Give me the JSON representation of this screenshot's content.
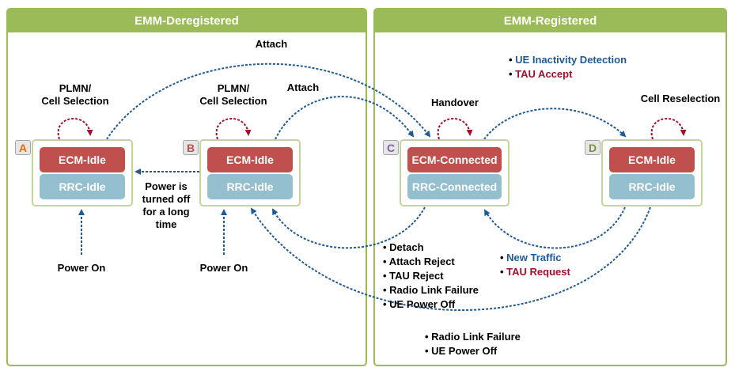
{
  "colors": {
    "panel_green": "#9bbb59",
    "state_border": "#c3d69b",
    "ecm_red": "#c0504d",
    "rrc_blue": "#93bfcf",
    "arrow_blue": "#1f5a94",
    "loop_red": "#a0112d",
    "tag_A": "#e46c0a",
    "tag_B": "#c0504d",
    "tag_C": "#7f5fa6",
    "tag_D": "#77933c"
  },
  "panels": {
    "deregistered": {
      "title": "EMM-Deregistered"
    },
    "registered": {
      "title": "EMM-Registered"
    }
  },
  "states": {
    "A": {
      "tag": "A",
      "ecm": "ECM-Idle",
      "rrc": "RRC-Idle"
    },
    "B": {
      "tag": "B",
      "ecm": "ECM-Idle",
      "rrc": "RRC-Idle"
    },
    "C": {
      "tag": "C",
      "ecm": "ECM-Connected",
      "rrc": "RRC-Connected"
    },
    "D": {
      "tag": "D",
      "ecm": "ECM-Idle",
      "rrc": "RRC-Idle"
    }
  },
  "labels": {
    "attach_top": "Attach",
    "attach_b": "Attach",
    "plmn_a": [
      "PLMN/",
      "Cell Selection"
    ],
    "plmn_b": [
      "PLMN/",
      "Cell Selection"
    ],
    "handover": "Handover",
    "cell_reselection": "Cell Reselection",
    "power_off_long": [
      "Power is",
      "turned off",
      "for a long",
      "time"
    ],
    "power_on_a": "Power On",
    "power_on_b": "Power On"
  },
  "lists": {
    "c_to_d": [
      {
        "text": "UE Inactivity Detection",
        "color": "blue"
      },
      {
        "text": "TAU Accept",
        "color": "red"
      }
    ],
    "d_to_c": [
      {
        "text": "New Traffic",
        "color": "blue"
      },
      {
        "text": "TAU Request",
        "color": "red"
      }
    ],
    "c_to_b": [
      {
        "text": "Detach"
      },
      {
        "text": "Attach Reject"
      },
      {
        "text": "TAU Reject"
      },
      {
        "text": "Radio Link Failure"
      },
      {
        "text": "UE Power Off"
      }
    ],
    "d_to_b": [
      {
        "text": "Radio Link Failure"
      },
      {
        "text": "UE Power Off"
      }
    ]
  }
}
